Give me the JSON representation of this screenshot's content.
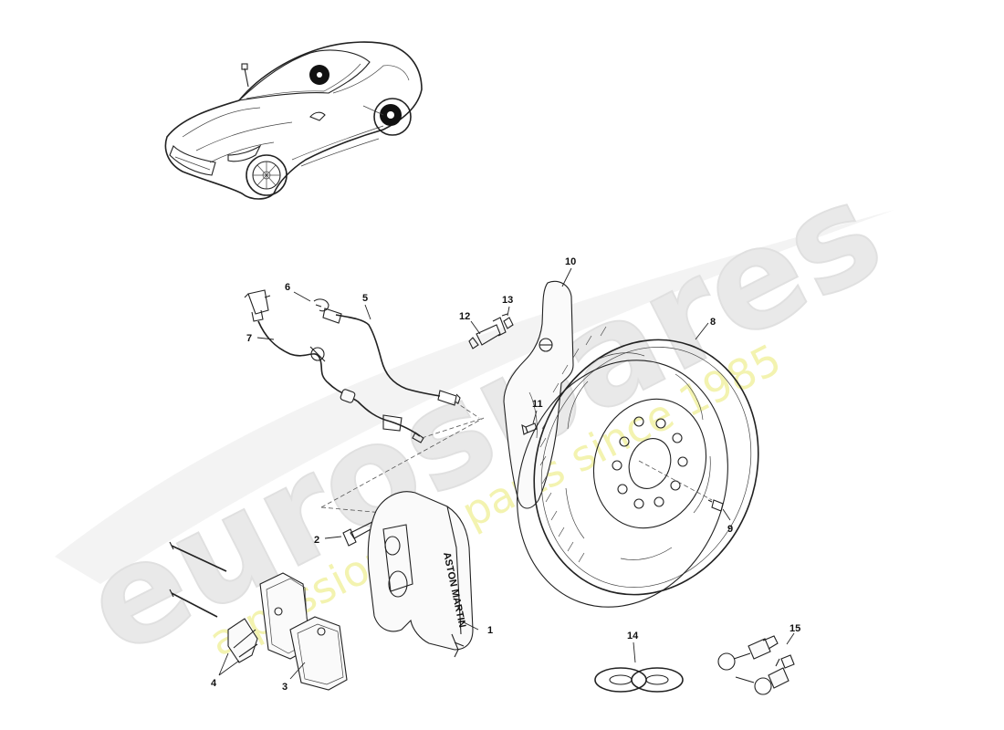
{
  "watermark": {
    "logo": "eurospares",
    "tagline": "a passion for parts since 1985",
    "logo_color": "#e9e9e9",
    "tagline_color": "#f3f3b0"
  },
  "colors": {
    "line": "#222222",
    "background": "#ffffff"
  },
  "caliper_text": "ASTON MARTIN",
  "callouts": [
    {
      "id": "1",
      "label": "1"
    },
    {
      "id": "2",
      "label": "2"
    },
    {
      "id": "3",
      "label": "3"
    },
    {
      "id": "4",
      "label": "4"
    },
    {
      "id": "5",
      "label": "5"
    },
    {
      "id": "6",
      "label": "6"
    },
    {
      "id": "7",
      "label": "7"
    },
    {
      "id": "8",
      "label": "8"
    },
    {
      "id": "9",
      "label": "9"
    },
    {
      "id": "10",
      "label": "10"
    },
    {
      "id": "11",
      "label": "11"
    },
    {
      "id": "12",
      "label": "12"
    },
    {
      "id": "13",
      "label": "13"
    },
    {
      "id": "14",
      "label": "14"
    },
    {
      "id": "15",
      "label": "15"
    }
  ]
}
